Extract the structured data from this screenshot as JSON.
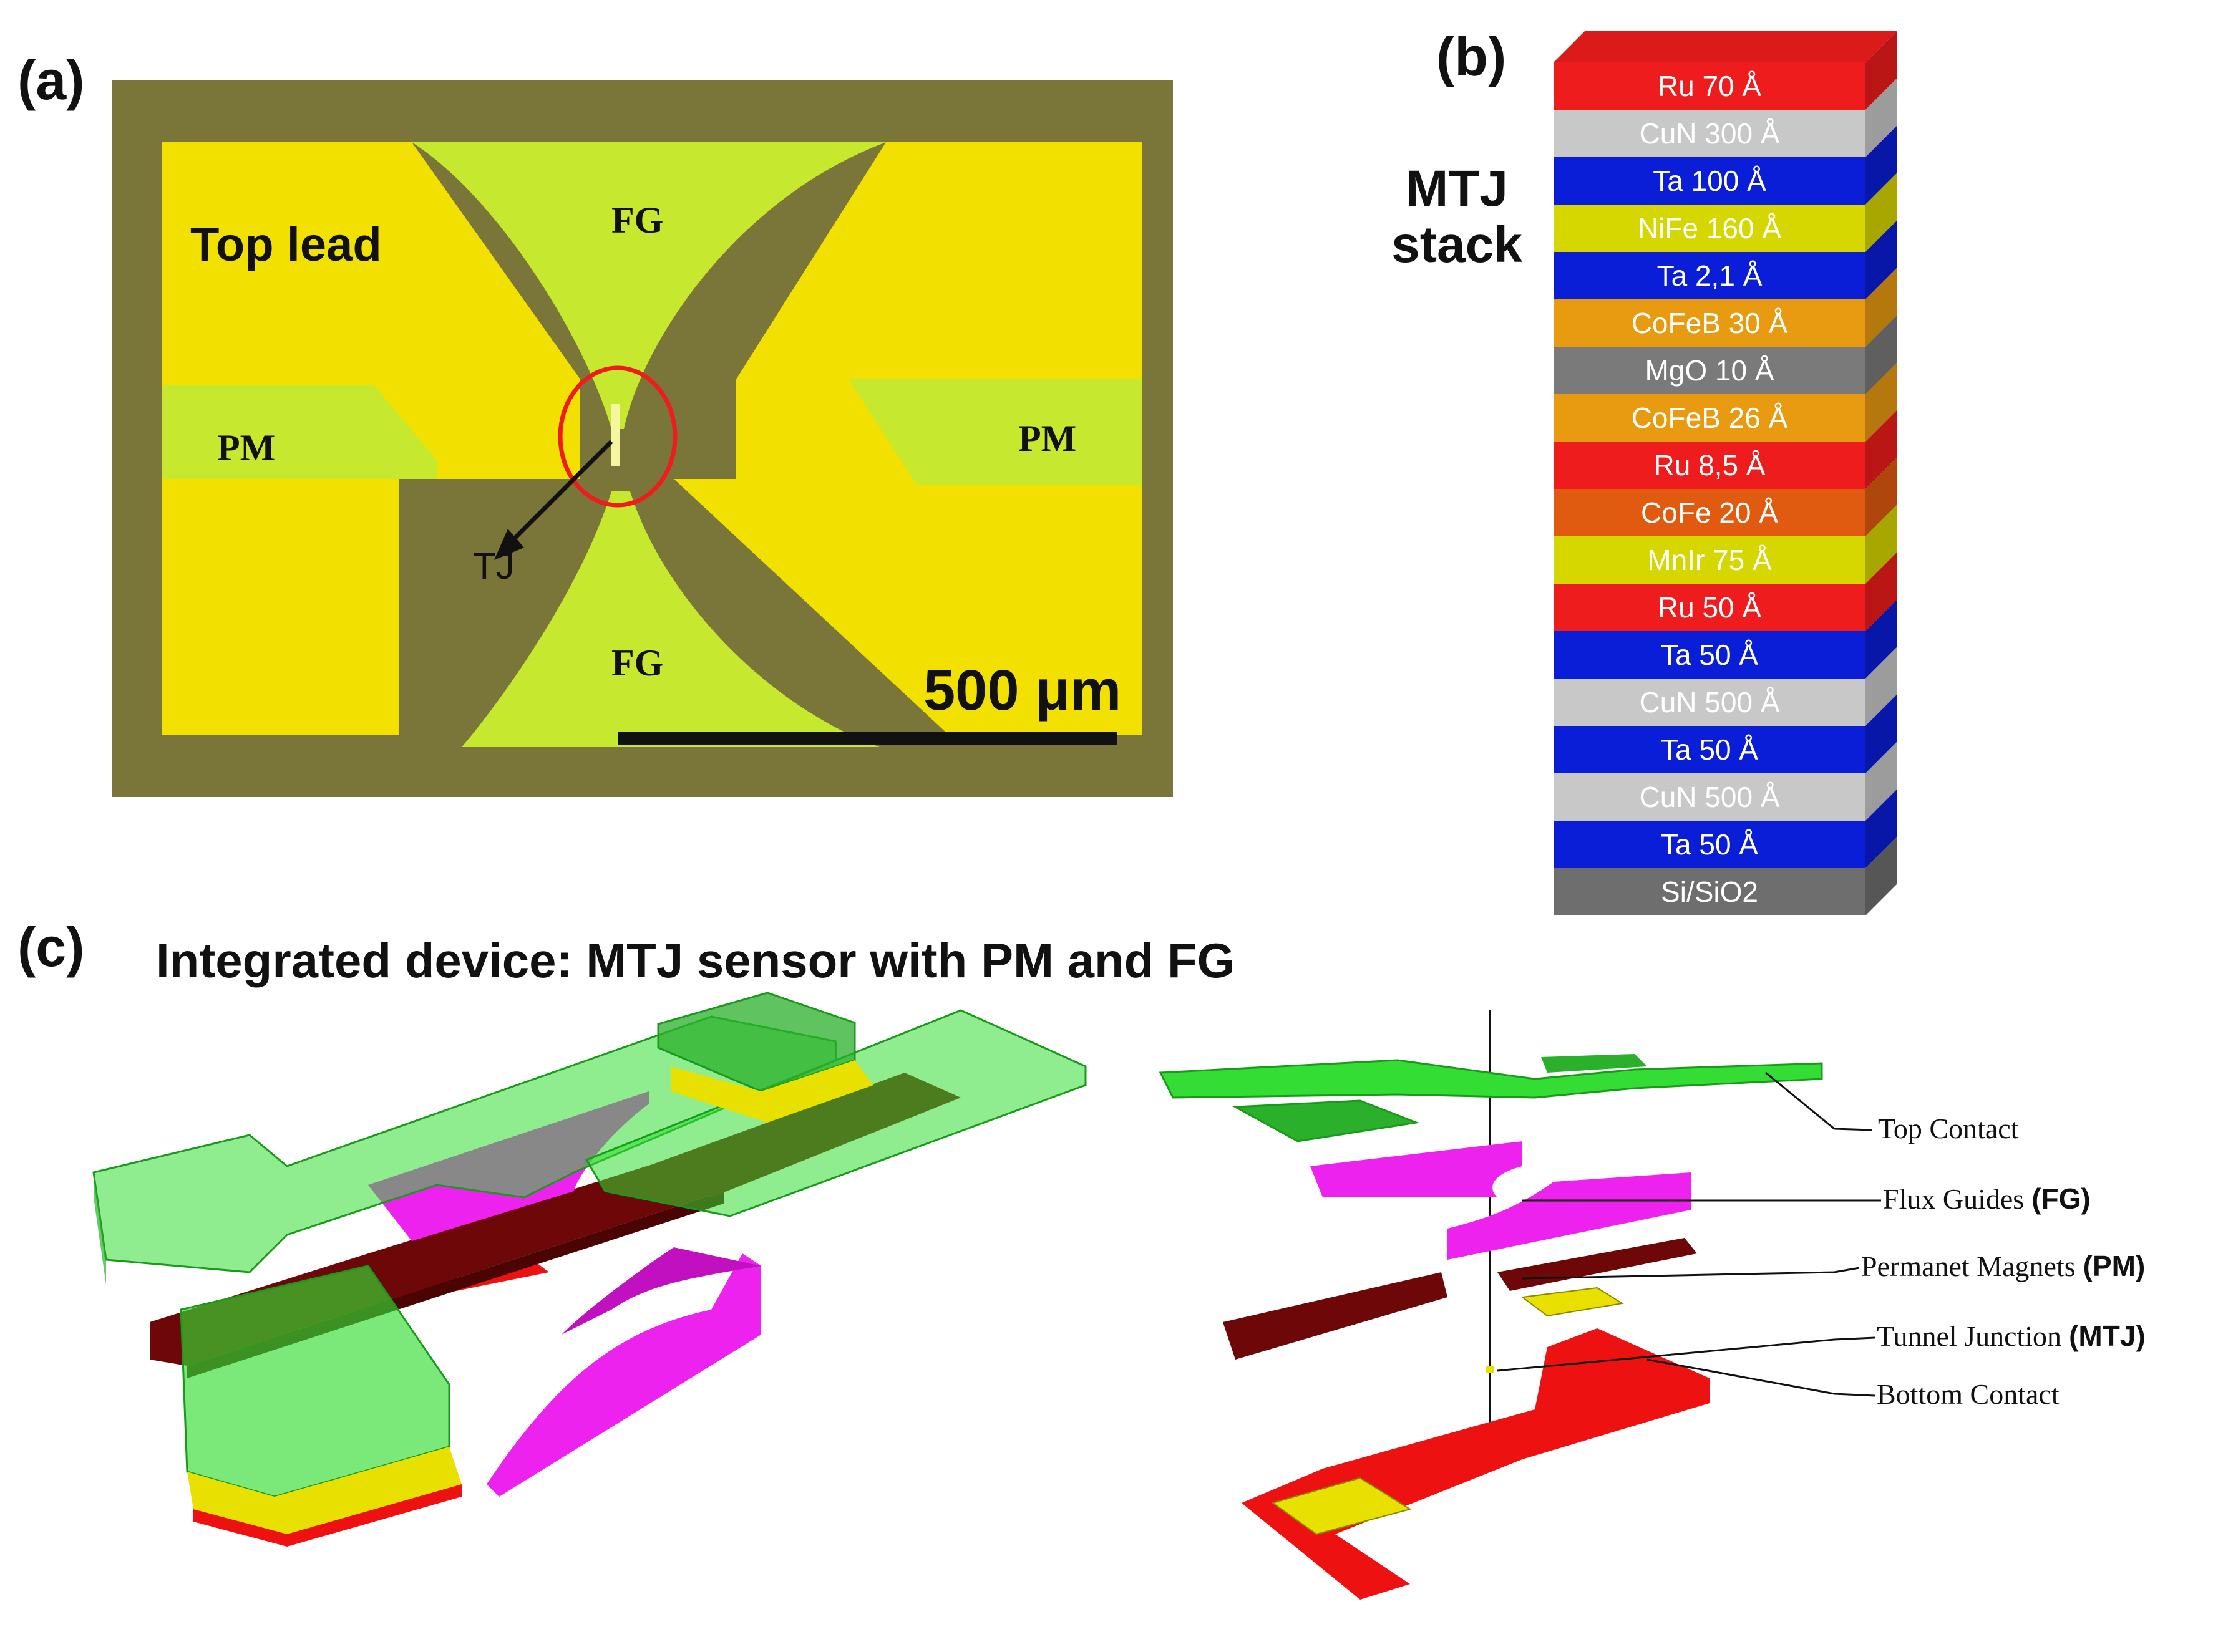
{
  "panels": {
    "a": "(a)",
    "b": "(b)",
    "c": "(c)"
  },
  "micrograph": {
    "top_lead": "Top lead",
    "fg_top": "FG",
    "fg_bottom": "FG",
    "pm_left": "PM",
    "pm_right": "PM",
    "tj": "TJ",
    "scale": "500 μm"
  },
  "stack": {
    "title_line1": "MTJ",
    "title_line2": "stack",
    "layers": [
      {
        "label": "Ru 70 Å",
        "color": "#ee1c1c",
        "text_color": "#ffffff"
      },
      {
        "label": "CuN 300 Å",
        "color": "#c8c8c8",
        "text_color": "#ffffff"
      },
      {
        "label": "Ta 100 Å",
        "color": "#0a1ed8",
        "text_color": "#ffffff"
      },
      {
        "label": "NiFe 160 Å",
        "color": "#d6d600",
        "text_color": "#ffffff"
      },
      {
        "label": "Ta 2,1 Å",
        "color": "#0a1ed8",
        "text_color": "#ffffff"
      },
      {
        "label": "CoFeB 30 Å",
        "color": "#e89a10",
        "text_color": "#ffffff"
      },
      {
        "label": "MgO 10 Å",
        "color": "#7a7a7a",
        "text_color": "#ffffff"
      },
      {
        "label": "CoFeB 26 Å",
        "color": "#e89a10",
        "text_color": "#ffffff"
      },
      {
        "label": "Ru 8,5 Å",
        "color": "#ee1c1c",
        "text_color": "#ffffff"
      },
      {
        "label": "CoFe 20 Å",
        "color": "#e05a10",
        "text_color": "#ffffff"
      },
      {
        "label": "MnIr 75 Å",
        "color": "#d6d600",
        "text_color": "#ffffff"
      },
      {
        "label": "Ru 50 Å",
        "color": "#ee1c1c",
        "text_color": "#ffffff"
      },
      {
        "label": "Ta 50 Å",
        "color": "#0a1ed8",
        "text_color": "#ffffff"
      },
      {
        "label": "CuN 500 Å",
        "color": "#c8c8c8",
        "text_color": "#ffffff"
      },
      {
        "label": "Ta 50 Å",
        "color": "#0a1ed8",
        "text_color": "#ffffff"
      },
      {
        "label": "CuN 500 Å",
        "color": "#c8c8c8",
        "text_color": "#ffffff"
      },
      {
        "label": "Ta 50 Å",
        "color": "#0a1ed8",
        "text_color": "#ffffff"
      },
      {
        "label": "Si/SiO2",
        "color": "#6e6e6e",
        "text_color": "#ffffff"
      }
    ]
  },
  "device": {
    "title": "Integrated device: MTJ sensor with PM and FG",
    "legend": [
      {
        "label": "Top Contact",
        "abbr": ""
      },
      {
        "label": "Flux Guides",
        "abbr": "(FG)"
      },
      {
        "label": "Permanet Magnets",
        "abbr": "(PM)"
      },
      {
        "label": "Tunnel Junction",
        "abbr": "(MTJ)"
      },
      {
        "label": "Bottom Contact",
        "abbr": ""
      }
    ]
  },
  "colors": {
    "gold": "#f2e000",
    "olive": "#7a7538",
    "light_green": "#c6e82e",
    "contact_green": "#33dd33",
    "magenta": "#ee22ee",
    "maroon": "#6e0808",
    "red": "#ee1111",
    "yellow": "#e8e000"
  }
}
